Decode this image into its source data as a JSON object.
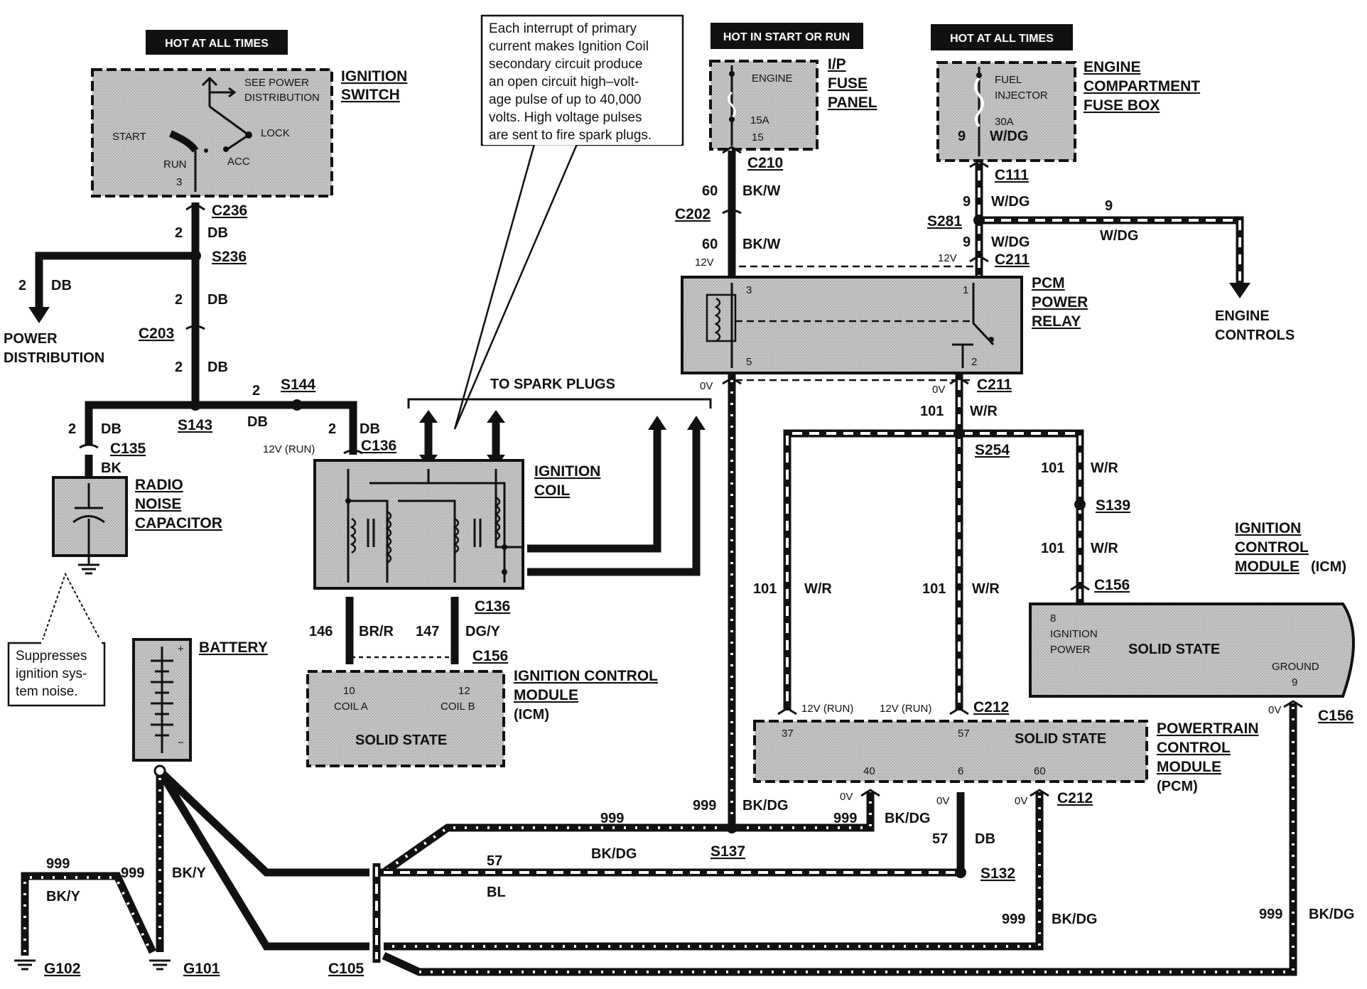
{
  "banners": {
    "ign": "HOT AT ALL TIMES",
    "ip": "HOT IN START OR RUN",
    "eng": "HOT AT ALL TIMES"
  },
  "components": {
    "ign_switch": [
      "IGNITION",
      "SWITCH"
    ],
    "ip_fuse": [
      "I/P",
      "FUSE",
      "PANEL"
    ],
    "eng_fuse": [
      "ENGINE",
      "COMPARTMENT",
      "FUSE BOX"
    ],
    "pcm_relay": [
      "PCM",
      "POWER",
      "RELAY"
    ],
    "radio_cap": [
      "RADIO",
      "NOISE",
      "CAPACITOR"
    ],
    "ign_coil": [
      "IGNITION",
      "COIL"
    ],
    "icm_small": [
      "IGNITION CONTROL",
      "MODULE",
      "(ICM)"
    ],
    "icm_right": [
      "IGNITION",
      "CONTROL",
      "MODULE"
    ],
    "icm_right_suffix": "(ICM)",
    "pcm": [
      "POWERTRAIN",
      "CONTROL",
      "MODULE"
    ],
    "pcm_suffix": "(PCM)",
    "battery": "BATTERY",
    "power_dist": [
      "POWER",
      "DISTRIBUTION"
    ],
    "engine_controls": [
      "ENGINE",
      "CONTROLS"
    ],
    "to_spark": "TO SPARK PLUGS"
  },
  "inner": {
    "see_power": [
      "SEE POWER",
      "DISTRIBUTION"
    ],
    "start": "START",
    "lock": "LOCK",
    "run": "RUN",
    "acc": "ACC",
    "pin3": "3",
    "engine": "ENGINE",
    "a15": "15A",
    "p15": "15",
    "fuel_inj": [
      "FUEL",
      "INJECTOR"
    ],
    "a30": "30A",
    "p9": "9",
    "wdg": "W/DG",
    "r3": "3",
    "r5": "5",
    "r1": "1",
    "r2": "2",
    "icm_pins": [
      "10",
      "COIL A",
      "12",
      "COIL B"
    ],
    "solid": "SOLID STATE",
    "icmr_in": [
      "8",
      "IGNITION",
      "POWER"
    ],
    "icmr_gnd": [
      "GROUND",
      "9"
    ],
    "pcm_pins": [
      "37",
      "57",
      "40",
      "6",
      "60"
    ]
  },
  "annotations": {
    "coil_note": [
      "Each interrupt of primary",
      "current makes Ignition Coil",
      "secondary circuit produce",
      "an open circuit high–volt-",
      "age pulse of up to 40,000",
      "volts.  High voltage pulses",
      "are sent to fire spark plugs."
    ],
    "cap_note": [
      "Suppresses",
      "ignition sys-",
      "tem noise."
    ]
  },
  "connectors": {
    "C236": "C236",
    "S236": "S236",
    "C203": "C203",
    "S143": "S143",
    "S144": "S144",
    "C135": "C135",
    "C136a": "C136",
    "C136b": "C136",
    "C156a": "C156",
    "C210": "C210",
    "C202": "C202",
    "C111": "C111",
    "S281": "S281",
    "C211a": "C211",
    "C211b": "C211",
    "S254": "S254",
    "S139": "S139",
    "C156b": "C156",
    "C212a": "C212",
    "C212b": "C212",
    "C156c": "C156",
    "S137": "S137",
    "S132": "S132",
    "C105": "C105",
    "G102": "G102",
    "G101": "G101"
  },
  "wires": {
    "n2": "2",
    "db": "DB",
    "bk": "BK",
    "n60": "60",
    "bkw": "BK/W",
    "n9": "9",
    "wdg": "W/DG",
    "n101": "101",
    "wr": "W/R",
    "n146": "146",
    "brr": "BR/R",
    "n147": "147",
    "dgy": "DG/Y",
    "n999": "999",
    "bkdg": "BK/DG",
    "n57": "57",
    "bl": "BL",
    "bky": "BK/Y"
  },
  "voltages": {
    "v12run": "12V (RUN)",
    "v12": "12V",
    "v0": "0V"
  }
}
